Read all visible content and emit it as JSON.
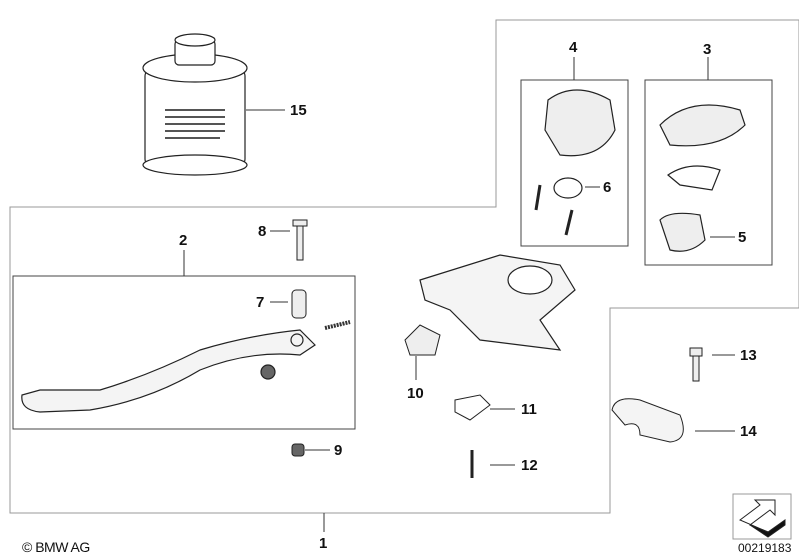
{
  "diagram": {
    "part_labels": [
      "1",
      "2",
      "3",
      "4",
      "5",
      "6",
      "7",
      "8",
      "9",
      "10",
      "11",
      "12",
      "13",
      "14",
      "15"
    ],
    "copyright": "© BMW AG",
    "image_ref": "00219183",
    "nav_icon": "arrow-up-left-icon"
  }
}
